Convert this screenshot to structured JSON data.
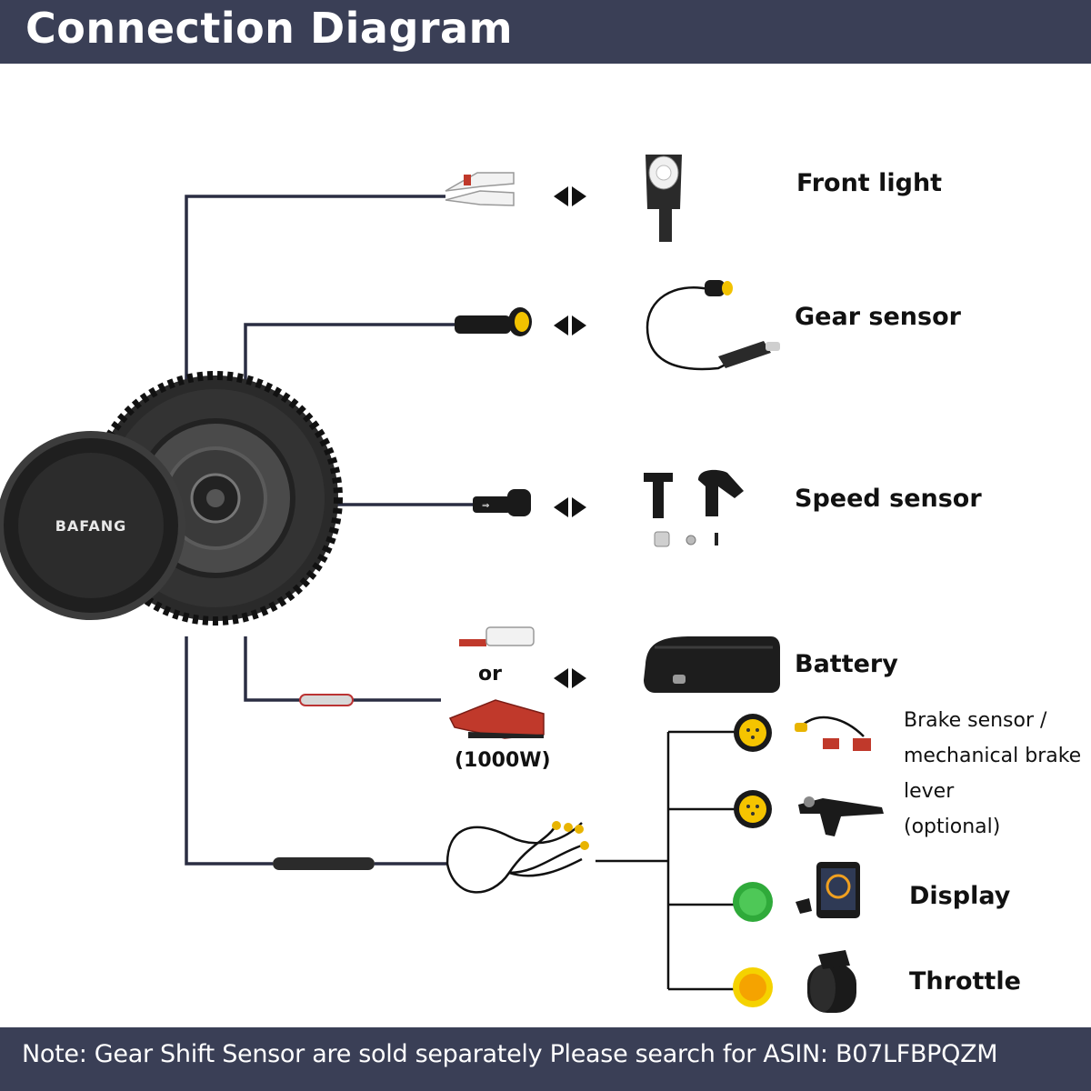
{
  "header": {
    "title": "Connection Diagram"
  },
  "motor": {
    "brand": "BAFANG"
  },
  "components": {
    "front_light": "Front light",
    "gear_sensor": "Gear sensor",
    "speed_sensor": "Speed sensor",
    "battery": "Battery",
    "brake_line1": "Brake sensor /",
    "brake_line2": "mechanical brake",
    "brake_line3": "lever",
    "brake_line4": "(optional)",
    "display": "Display",
    "throttle": "Throttle"
  },
  "battery_connector": {
    "or": "or",
    "power": "(1000W)"
  },
  "connector_colors": {
    "brake": "#f5c400",
    "display": "#2faa3a",
    "throttle": "#f5a300"
  },
  "footer": {
    "note": "Note: Gear Shift Sensor are sold separately Please search for ASIN: B07LFBPQZM"
  }
}
